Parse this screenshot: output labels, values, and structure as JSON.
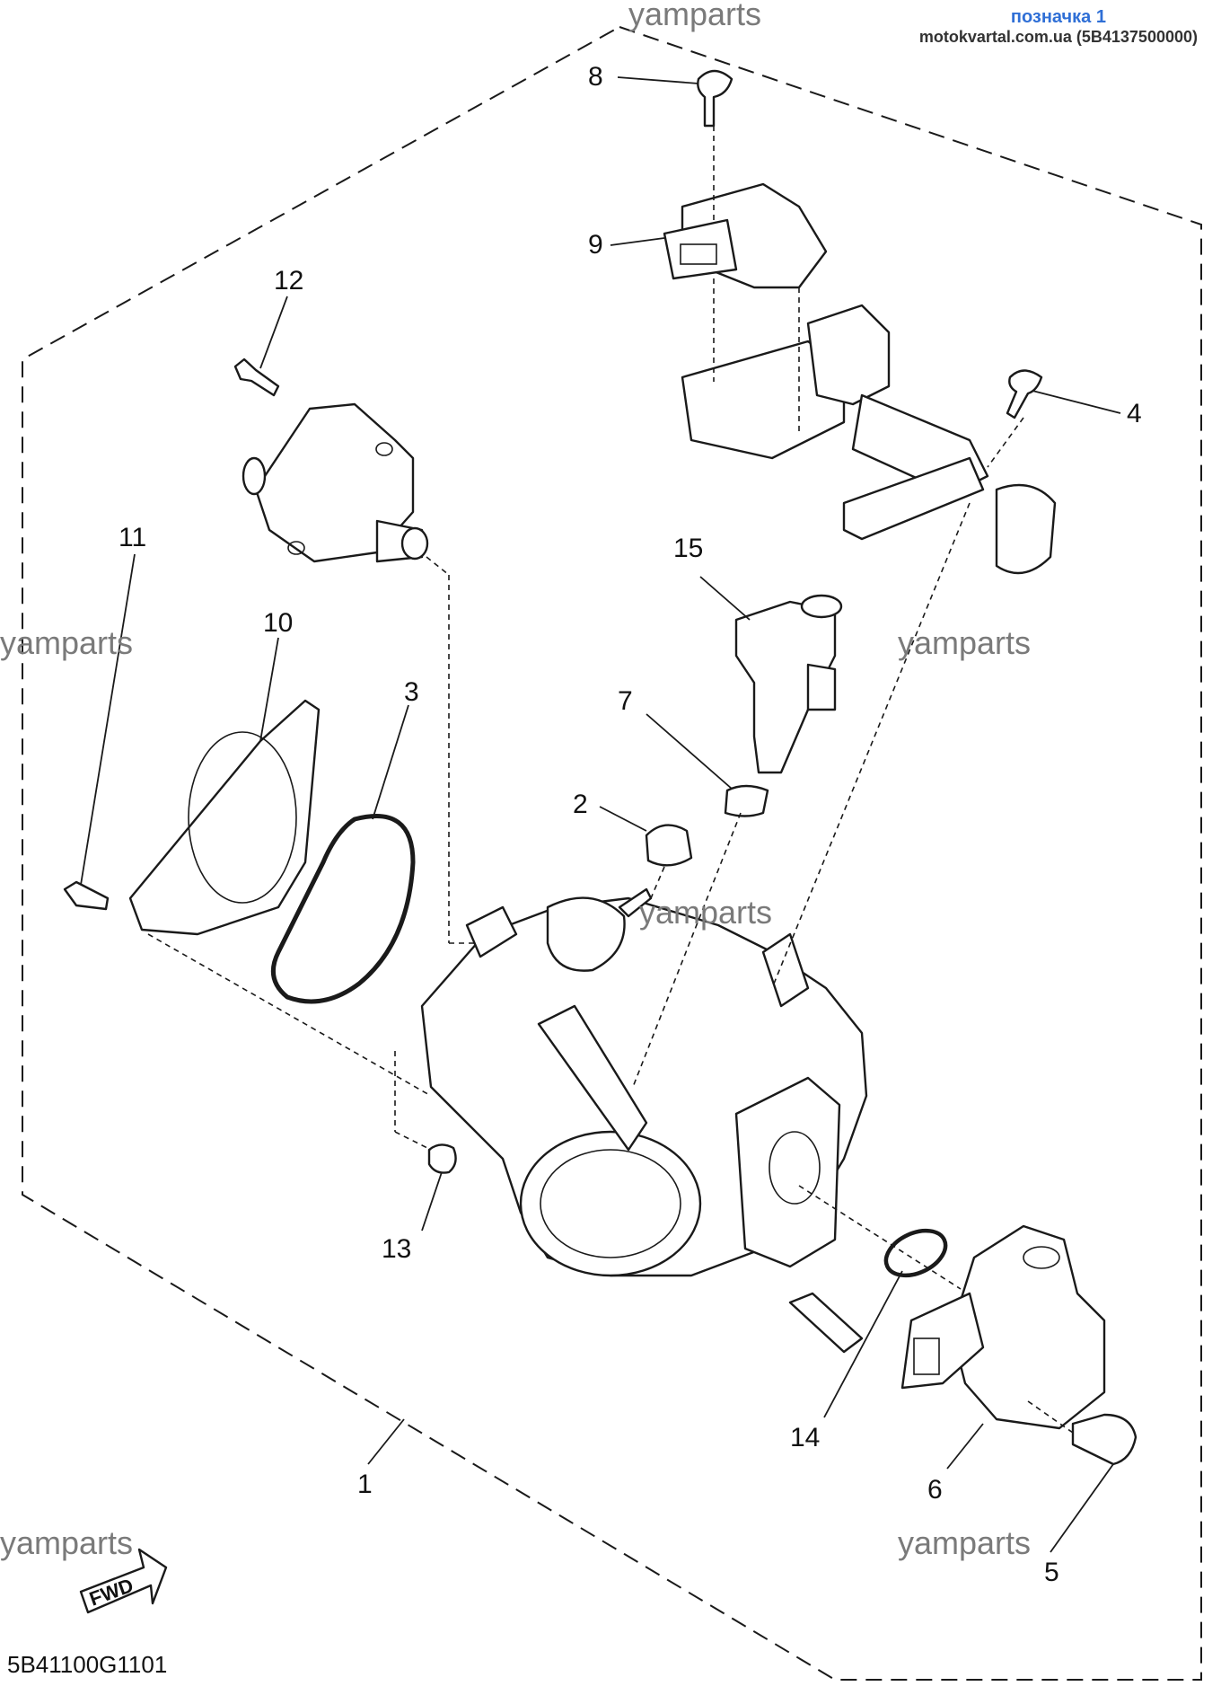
{
  "badge": {
    "title": "позначка 1",
    "site": "motokvartal.com.ua (5B4137500000)"
  },
  "watermark": "yamparts",
  "diagram_code": "5B41100G1101",
  "fwd_label": "FWD",
  "callouts": {
    "c1": "1",
    "c2": "2",
    "c3": "3",
    "c4": "4",
    "c5": "5",
    "c6": "6",
    "c7": "7",
    "c8": "8",
    "c9": "9",
    "c10": "10",
    "c11": "11",
    "c12": "12",
    "c13": "13",
    "c14": "14",
    "c15": "15"
  }
}
